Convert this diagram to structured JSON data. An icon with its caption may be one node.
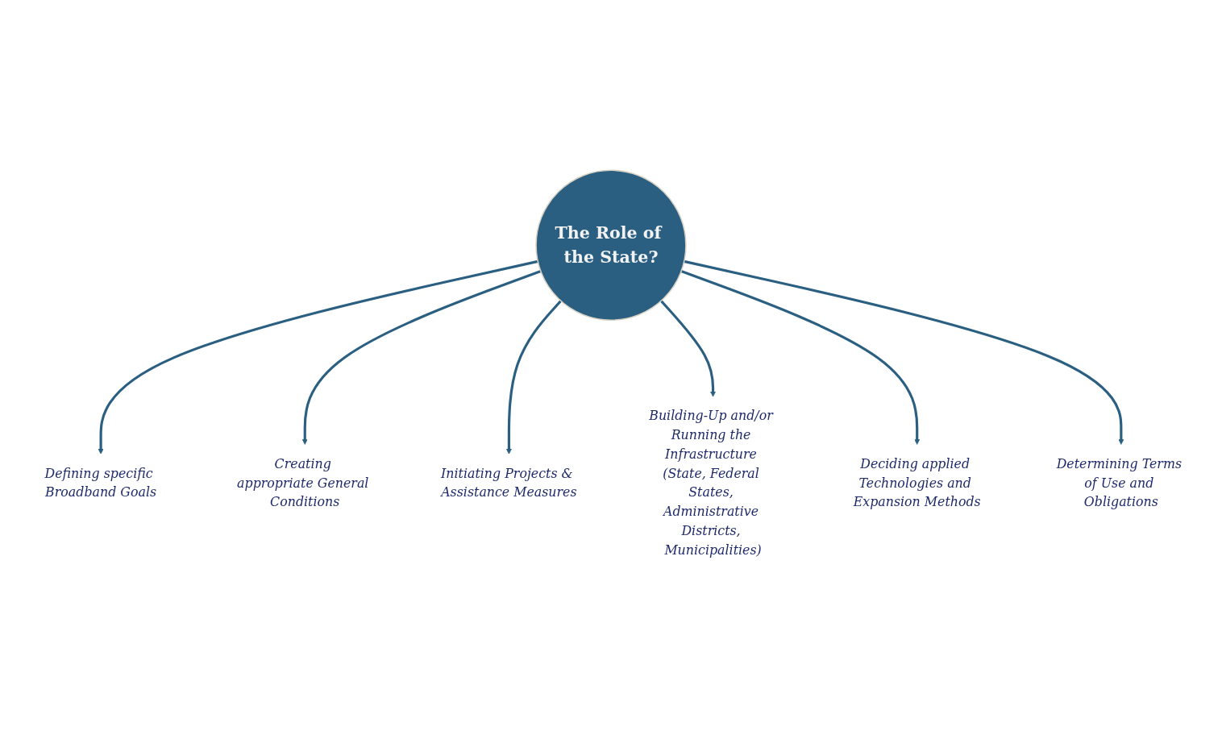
{
  "diagram": {
    "nodes": [
      {
        "text": [
          "Creating appropriate General Conditions"
        ]
      },
      {
        "text": [
          "Initiating Projects & Assistance Measures"
        ]
      },
      {
        "text": [
          "Defining specific Broadband Goals"
        ]
      },
      {
        "text": [
          "The Role of the State?"
        ]
      },
      {
        "text": [
          "Building-Up and/or Running the Infrastructure (State, Federal States, Administrative Districts, Municipalities)"
        ]
      },
      {
        "text": [
          "Determining Terms of Use and Obligations"
        ]
      },
      {
        "text": [
          "Deciding applied Technologies and Expansion Methods"
        ]
      }
    ],
    "edges": [
      {
        "from": 3,
        "to": 2,
        "arrow": "to"
      },
      {
        "from": 3,
        "to": 0,
        "arrow": "to"
      },
      {
        "from": 3,
        "to": 1,
        "arrow": "to"
      },
      {
        "from": 3,
        "to": 4,
        "arrow": "to"
      },
      {
        "from": 3,
        "to": 6,
        "arrow": "to"
      },
      {
        "from": 3,
        "to": 5,
        "arrow": "to"
      }
    ]
  }
}
